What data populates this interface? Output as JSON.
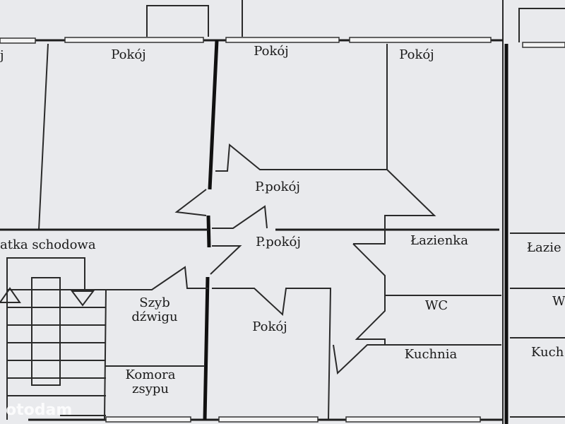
{
  "rooms": {
    "pokoj_top_left": "Pokój",
    "pokoj_top_mid": "Pokój",
    "pokoj_top_right": "Pokój",
    "pokoj_left_cut": "j",
    "p_pokoj_upper": "P.pokój",
    "p_pokoj_lower": "P.pokój",
    "klatka": "atka schodowa",
    "lazienka": "Łazienka",
    "lazienka_right_cut": "Łazie",
    "szyb_1": "Szyb",
    "szyb_2": "dźwigu",
    "pokoj_bottom": "Pokój",
    "wc": "WC",
    "wc_right_cut": "W",
    "kuchnia": "Kuchnia",
    "kuchnia_right_cut": "Kuch",
    "komora_1": "Komora",
    "komora_2": "zsypu"
  },
  "watermark": "otodam",
  "colors": {
    "paper": "#e9eaed",
    "ink": "#1a1a1a"
  }
}
